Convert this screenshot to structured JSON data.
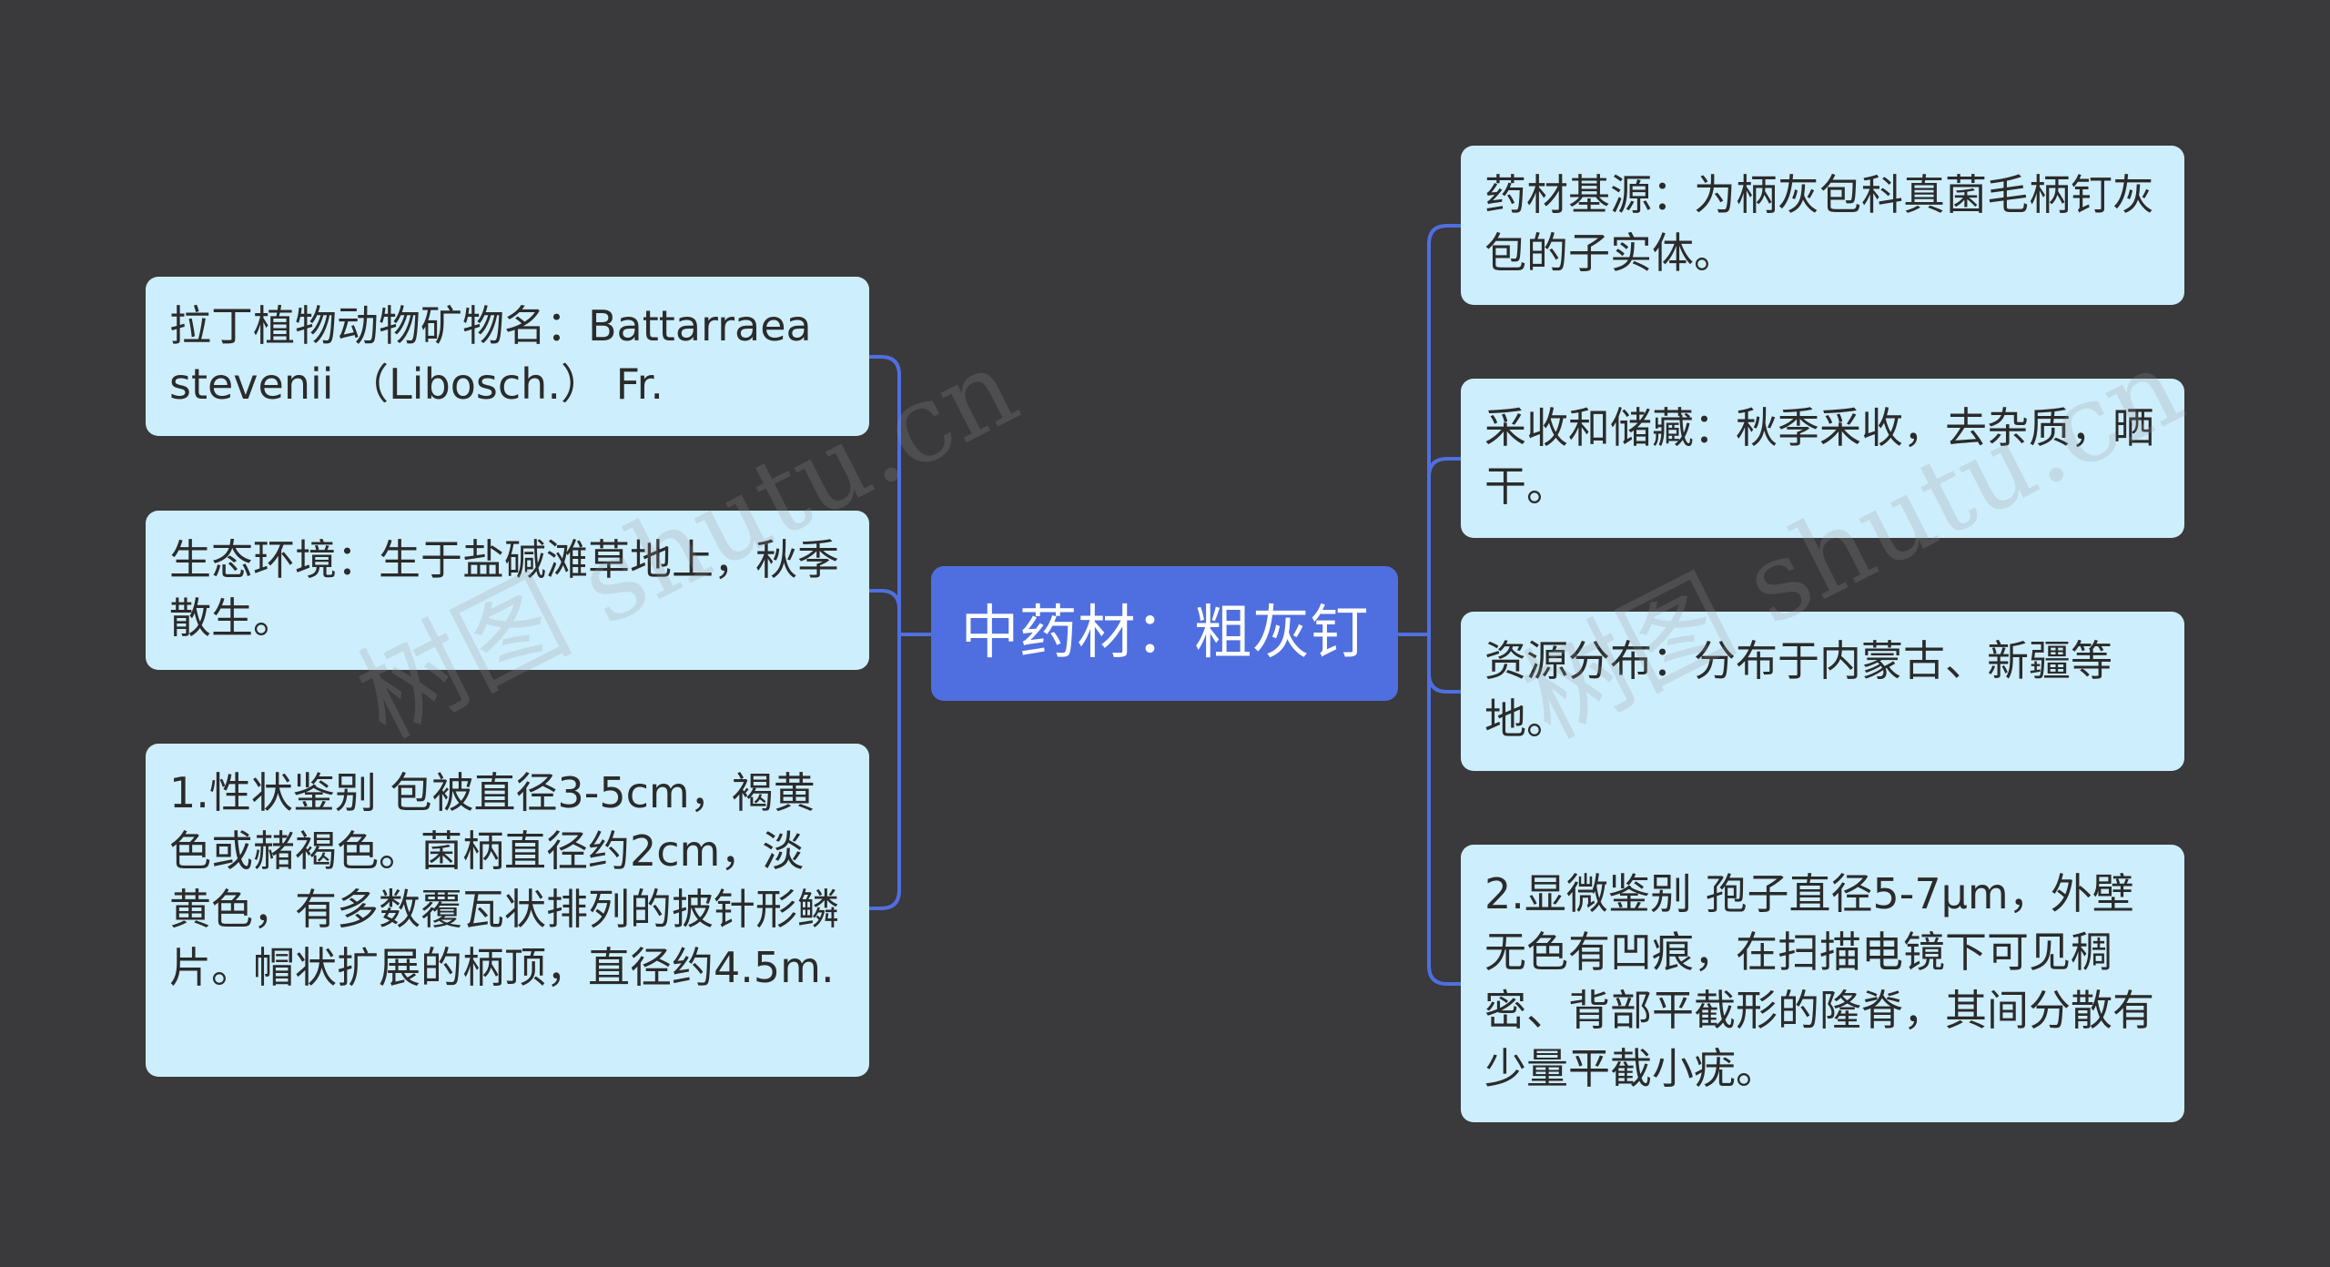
{
  "center": {
    "label": "中药材：粗灰钉"
  },
  "left_nodes": [
    {
      "text": "拉丁植物动物矿物名：Battarraea stevenii （Libosch.） Fr."
    },
    {
      "text": "生态环境：生于盐碱滩草地上，秋季散生。"
    },
    {
      "text": "1.性状鉴别 包被直径3-5cm，褐黄色或赭褐色。菌柄直径约2cm，淡黄色，有多数覆瓦状排列的披针形鳞片。帽状扩展的柄顶，直径约4.5m."
    }
  ],
  "right_nodes": [
    {
      "text": "药材基源：为柄灰包科真菌毛柄钉灰包的子实体。"
    },
    {
      "text": "采收和储藏：秋季采收，去杂质，晒干。"
    },
    {
      "text": "资源分布：分布于内蒙古、新疆等地。"
    },
    {
      "text": "2.显微鉴别 孢子直径5-7μm，外壁无色有凹痕，在扫描电镜下可见稠密、背部平截形的隆脊，其间分散有少量平截小疣。"
    }
  ],
  "watermarks": [
    {
      "text": "树图 shutu.cn"
    },
    {
      "text": "树图 shutu.cn"
    }
  ],
  "colors": {
    "background": "#3a393b",
    "center_fill": "#4f6fe0",
    "node_fill": "#cdeefc",
    "connector": "#4f6fe0"
  }
}
